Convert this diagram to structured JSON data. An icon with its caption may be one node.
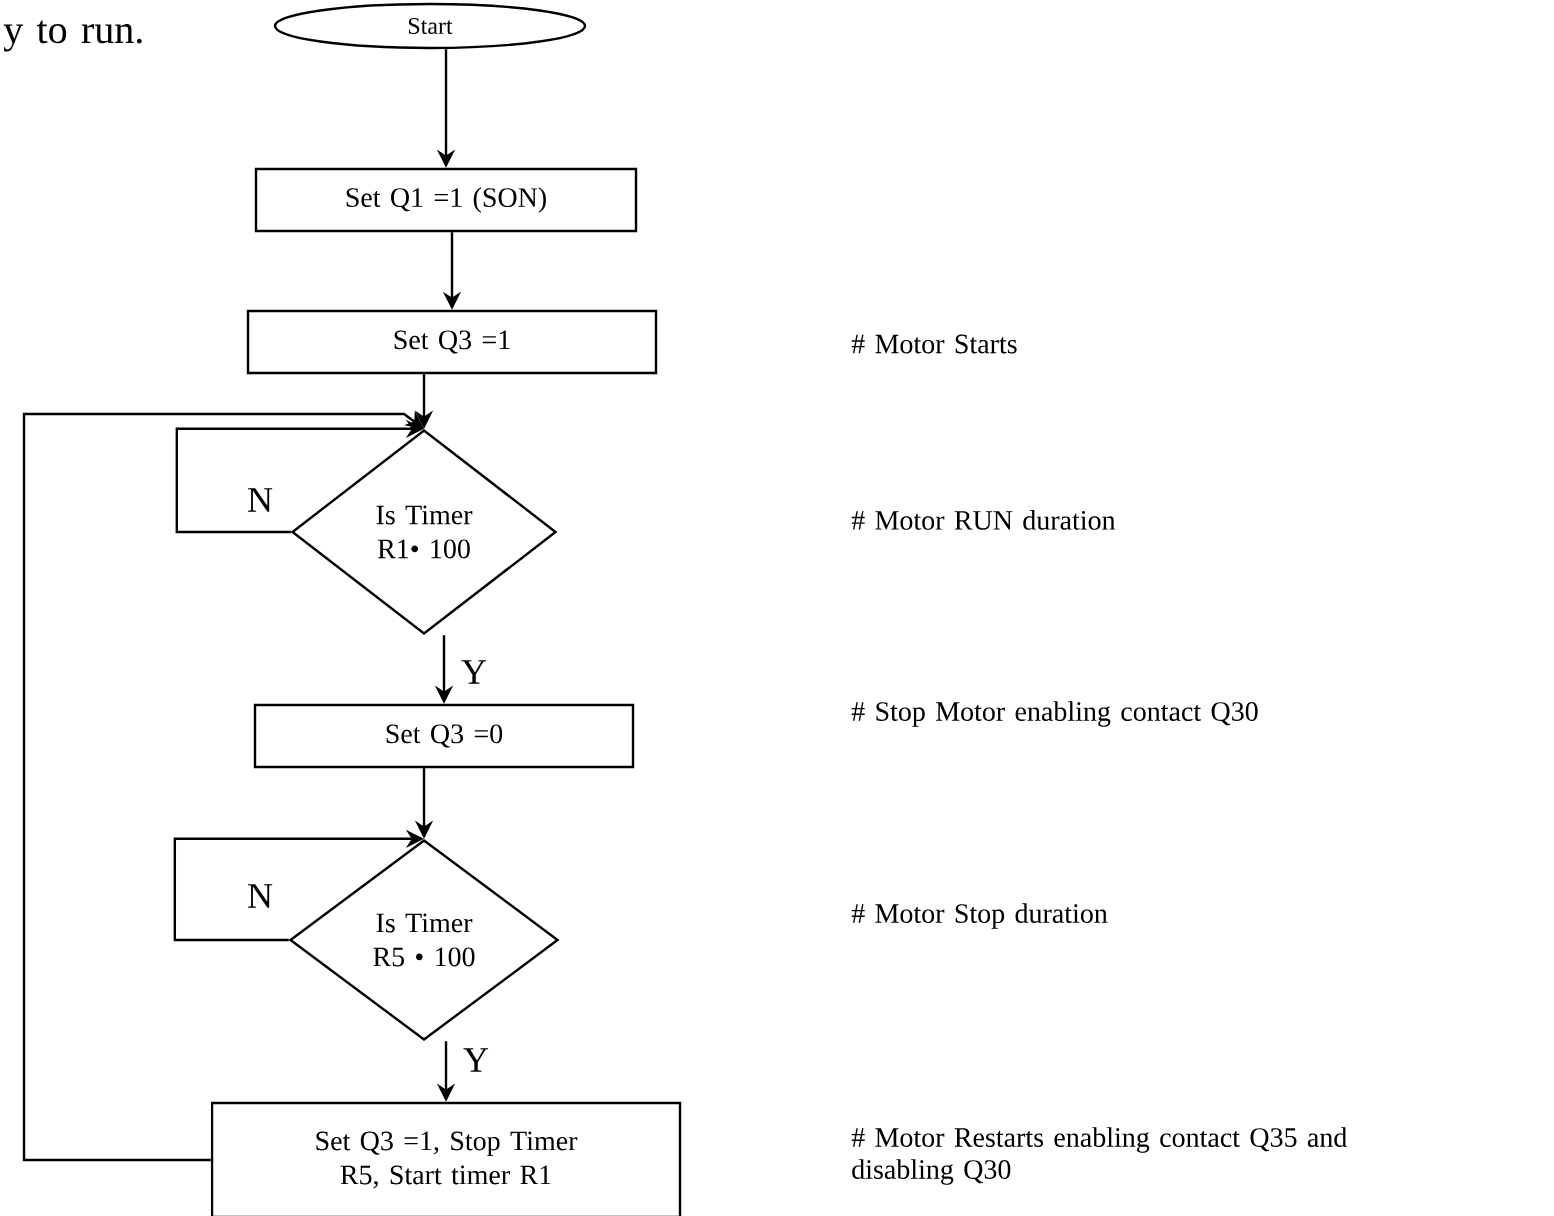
{
  "diagram": {
    "nodes": [
      {
        "text": [
          "Start"
        ]
      },
      {
        "text": [
          "Set Q1 =1 (SON)"
        ]
      },
      {
        "text": [
          "Set Q3 =1"
        ]
      },
      {
        "text": [
          "Is Timer R1• 100"
        ]
      },
      {
        "text": [
          "Set Q3 =0"
        ]
      },
      {
        "text": [
          "Is Timer R5 • 100"
        ]
      },
      {
        "text": [
          "Set Q3 =1, Stop Timer R5, Start timer R1"
        ]
      }
    ],
    "edges": [
      {
        "from": 0,
        "to": 1,
        "arrow": "to"
      },
      {
        "from": 1,
        "to": 2,
        "arrow": "to"
      },
      {
        "from": 2,
        "to": 3,
        "arrow": "to"
      },
      {
        "from": 3,
        "to": 3,
        "arrow": "to",
        "label": "N"
      },
      {
        "from": 3,
        "to": 4,
        "arrow": "to",
        "label": "Y"
      },
      {
        "from": 4,
        "to": 5,
        "arrow": "to"
      },
      {
        "from": 5,
        "to": 5,
        "arrow": "to",
        "label": "N"
      },
      {
        "from": 5,
        "to": 6,
        "arrow": "to",
        "label": "Y"
      },
      {
        "from": 6,
        "to": 3,
        "arrow": "to"
      }
    ],
    "labels": [
      "y to run.",
      "# Motor Starts",
      "# Motor RUN duration",
      "# Stop Motor enabling contact Q30",
      "# Motor Stop duration",
      "# Motor Restarts enabling contact Q35 and disabling Q30"
    ]
  }
}
